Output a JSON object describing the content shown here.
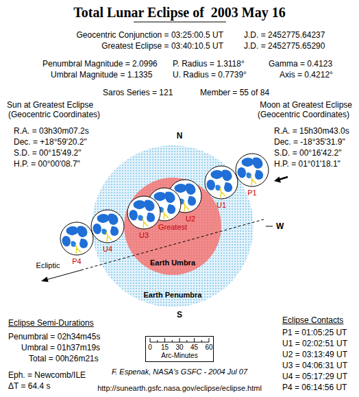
{
  "diagram": {
    "title": "Total Lunar Eclipse of  2003 May 16",
    "nodes": [
      {
        "text": [
          "Earth Penumbra"
        ]
      },
      {
        "text": [
          "Earth Umbra"
        ],
        "in": 0
      },
      {
        "text": [
          "0",
          "15",
          "30",
          "45",
          "60",
          "Arc-Minutes"
        ]
      }
    ],
    "labels": [
      "Geocentric Conjunction = 03:25:00.5 UT",
      "J.D. = 2452775.64237",
      "Greatest Eclipse = 03:40:10.5 UT",
      "J.D. = 2452775.65290",
      "Penumbral Magnitude = 2.0996",
      "P. Radius = 1.3118°",
      "Gamma = 0.4123",
      "Umbral Magnitude = 1.1335",
      "U. Radius = 0.7739°",
      "Axis = 0.4212°",
      "Saros Series = 121",
      "Member = 55 of 84",
      "Sun at Greatest Eclipse",
      "(Geocentric Coordinates)",
      "R.A. = 03h30m07.2s",
      "Dec. = +18°59'20.2\"",
      "S.D. = 00°15'49.2\"",
      "H.P. = 00°00'08.7\"",
      "Moon at Greatest Eclipse",
      "(Geocentric Coordinates)",
      "R.A. = 15h30m43.0s",
      "Dec. = -18°35'31.9\"",
      "S.D. = 00°16'42.2\"",
      "H.P. = 01°01'18.1\"",
      "N",
      "W",
      "S",
      "P1",
      "U1",
      "U2",
      "Greatest",
      "U3",
      "U4",
      "P4",
      "Ecliptic",
      "Eclipse Semi-Durations",
      "Penumbral = 02h34m45s",
      "Umbral = 01h37m19s",
      "Total = 00h26m21s",
      "Eph. = Newcomb/ILE",
      "ΔT = 64.4 s",
      "F. Espenak, NASA's GSFC - 2004 Jul 07",
      "http://sunearth.gsfc.nasa.gov/eclipse/eclipse.html",
      "Eclipse Contacts",
      "P1 = 01:05:25 UT",
      "U1 = 02:02:51 UT",
      "U2 = 03:13:49 UT",
      "U3 = 04:06:31 UT",
      "U4 = 05:17:29 UT",
      "P4 = 06:14:56 UT"
    ]
  }
}
